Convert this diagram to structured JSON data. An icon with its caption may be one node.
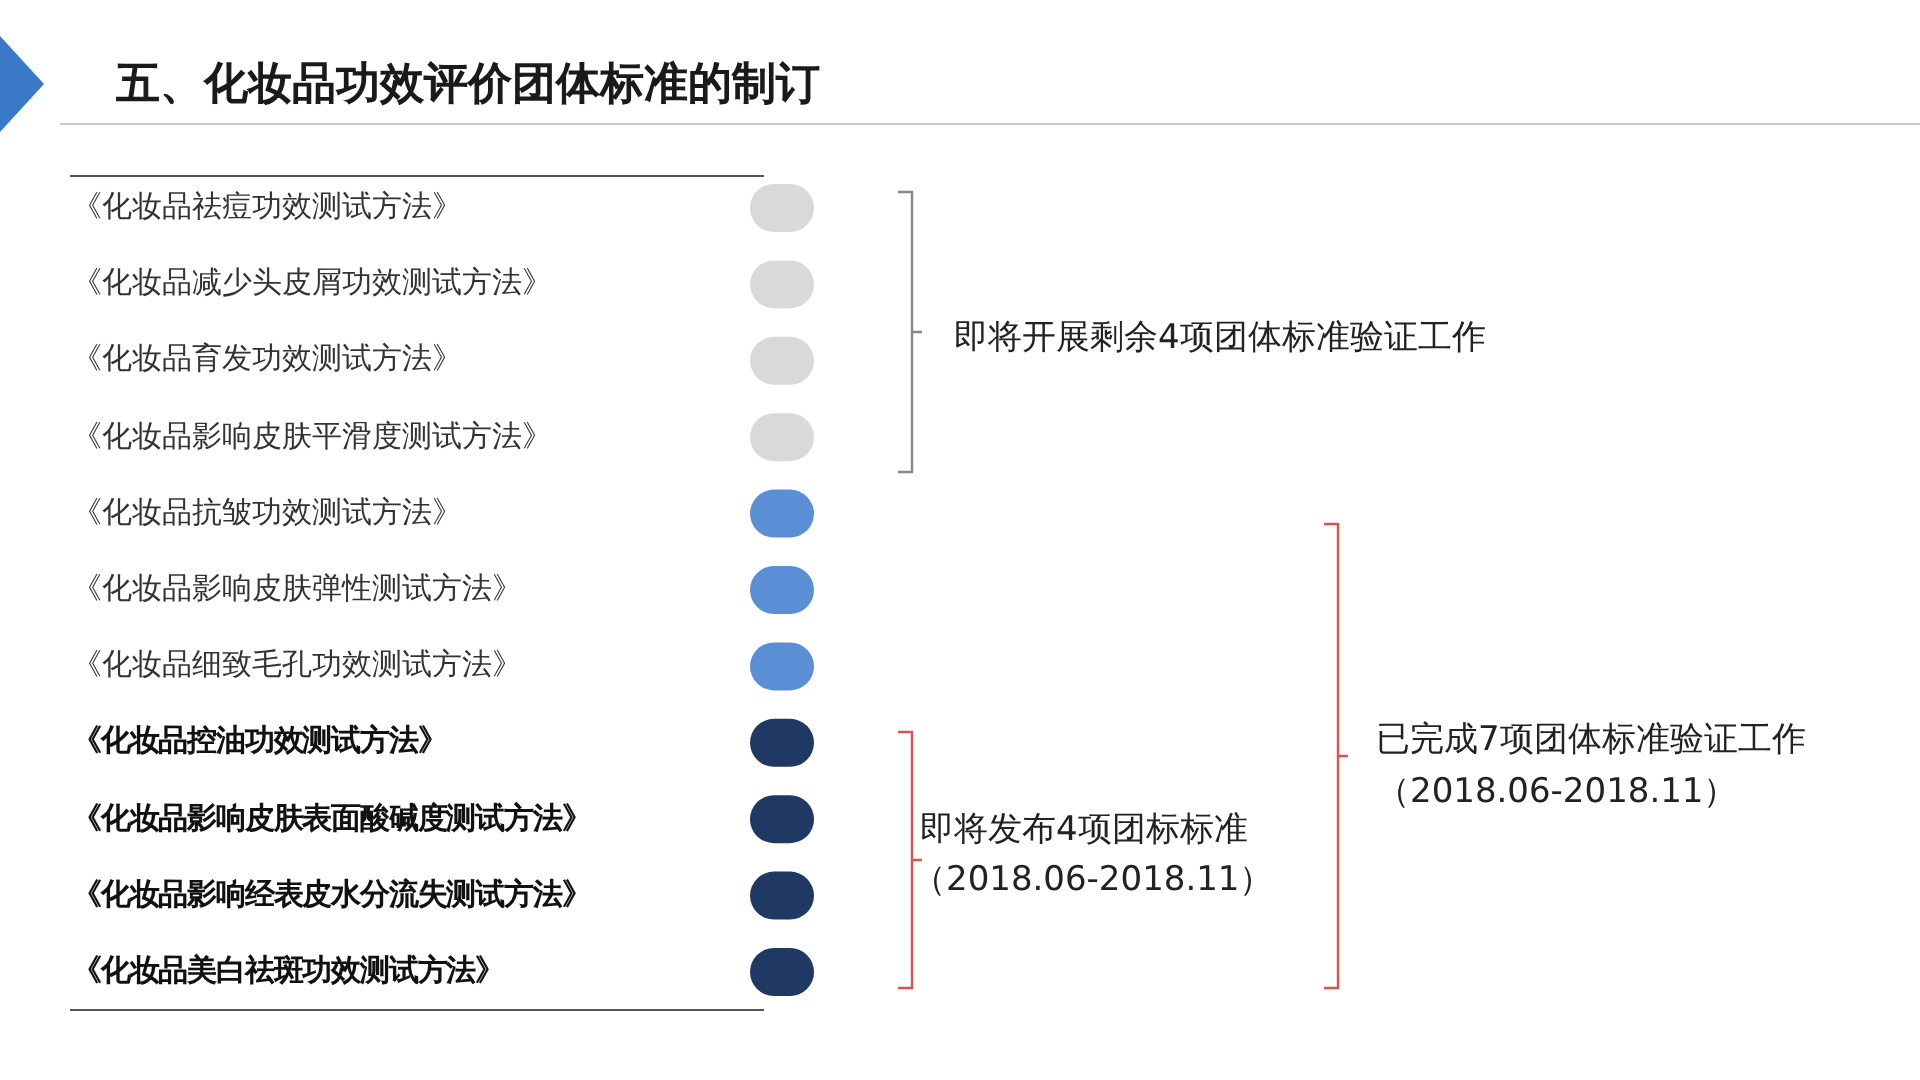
{
  "diagram": {
    "title": "五、化妆品功效评价团体标准的制订",
    "labels": [
      "《化妆品祛痘功效测试方法》",
      "《化妆品减少头皮屑功效测试方法》",
      "《化妆品育发功效测试方法》",
      "《化妆品影响皮肤平滑度测试方法》",
      "《化妆品抗皱功效测试方法》",
      "《化妆品影响皮肤弹性测试方法》",
      "《化妆品细致毛孔功效测试方法》",
      "《化妆品控油功效测试方法》",
      "《化妆品影响皮肤表面酸碱度测试方法》",
      "《化妆品影响经表皮水分流失测试方法》",
      "《化妆品美白祛斑功效测试方法》",
      "即将开展剩余4项团体标准验证工作",
      "已完成7项团体标准验证工作",
      "（2018.06-2018.11）",
      "即将发布4项团标标准",
      "（2018.06-2018.11）"
    ]
  }
}
